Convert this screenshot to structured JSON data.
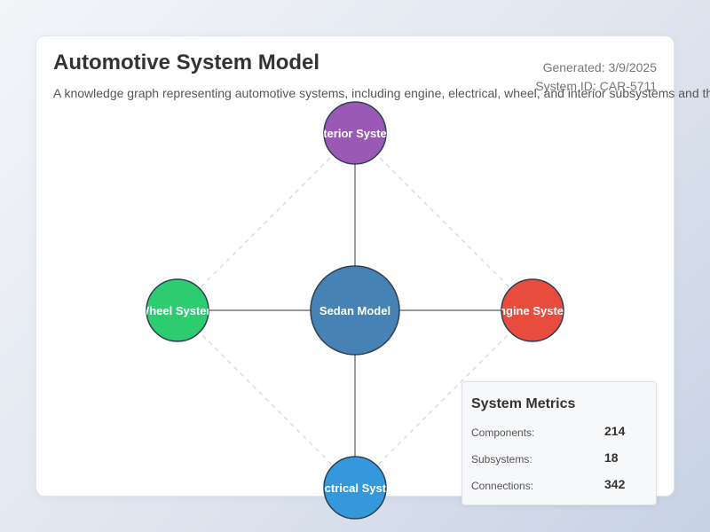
{
  "header": {
    "title": "Automotive System Model",
    "generated": "Generated: 3/9/2025",
    "system_id": "System ID: CAR-5711",
    "description": "A knowledge graph representing automotive systems, including engine, electrical, wheel, and interior subsystems and their relationships"
  },
  "graph": {
    "nodes": [
      {
        "id": "sedan",
        "label": "Sedan Model",
        "color": "#4682b4"
      },
      {
        "id": "interior",
        "label": "Interior System",
        "color": "#9b59b6"
      },
      {
        "id": "wheel",
        "label": "Wheel System",
        "color": "#2ecc71"
      },
      {
        "id": "engine",
        "label": "Engine System",
        "color": "#e74c3c"
      },
      {
        "id": "electrical",
        "label": "Electrical System",
        "color": "#3498db"
      }
    ],
    "edges": [
      {
        "source": "sedan",
        "target": "interior",
        "style": "solid"
      },
      {
        "source": "sedan",
        "target": "wheel",
        "style": "solid"
      },
      {
        "source": "sedan",
        "target": "engine",
        "style": "solid"
      },
      {
        "source": "sedan",
        "target": "electrical",
        "style": "solid"
      },
      {
        "source": "interior",
        "target": "wheel",
        "style": "dashed"
      },
      {
        "source": "interior",
        "target": "engine",
        "style": "dashed"
      },
      {
        "source": "wheel",
        "target": "electrical",
        "style": "dashed"
      },
      {
        "source": "engine",
        "target": "electrical",
        "style": "dashed"
      }
    ]
  },
  "metrics": {
    "title": "System Metrics",
    "rows": [
      {
        "label": "Components:",
        "value": "214"
      },
      {
        "label": "Subsystems:",
        "value": "18"
      },
      {
        "label": "Connections:",
        "value": "342"
      }
    ]
  }
}
